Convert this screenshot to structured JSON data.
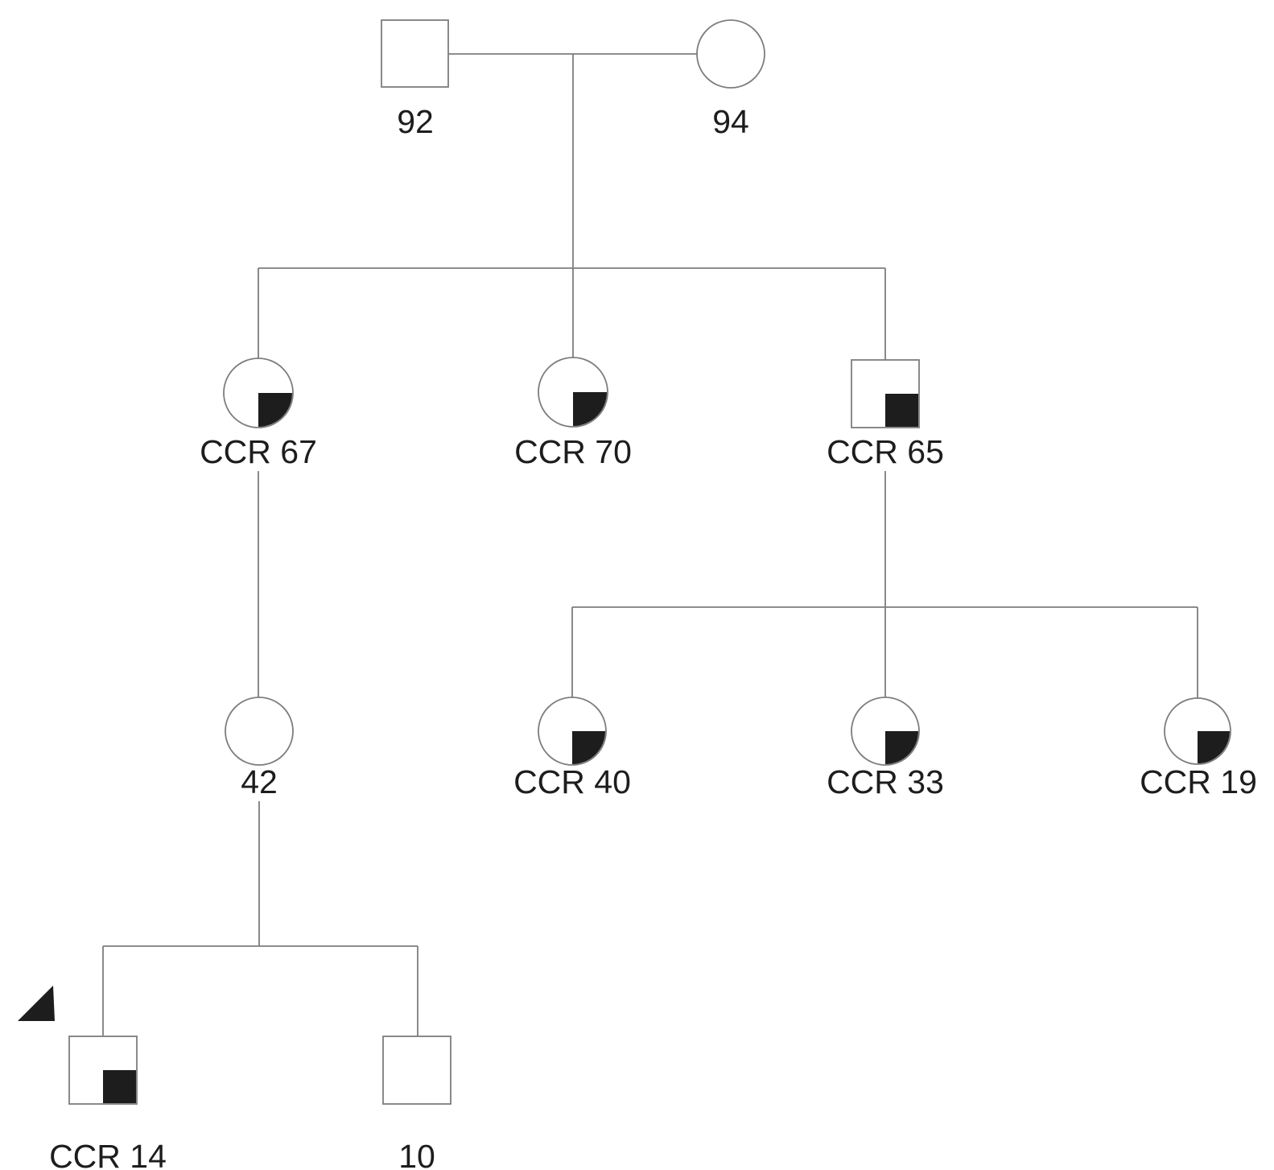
{
  "diagram": {
    "type": "pedigree-chart",
    "description": "Four-generation family pedigree; shaded lower-right quadrant marks affected status; arrow marks proband",
    "colors": {
      "background": "#ffffff",
      "line": "#7d7d7d",
      "shaded_quadrant": "#1d1d1d",
      "text": "#1d1d1d"
    }
  },
  "individuals": [
    {
      "id": "I-1",
      "label": "92",
      "symbol": "square",
      "sex": "male",
      "shaded_quadrant": false,
      "proband": false,
      "generation": 1
    },
    {
      "id": "I-2",
      "label": "94",
      "symbol": "circle",
      "sex": "female",
      "shaded_quadrant": false,
      "proband": false,
      "generation": 1
    },
    {
      "id": "II-1",
      "label": "CCR 67",
      "symbol": "circle",
      "sex": "female",
      "shaded_quadrant": true,
      "proband": false,
      "generation": 2
    },
    {
      "id": "II-2",
      "label": "CCR 70",
      "symbol": "circle",
      "sex": "female",
      "shaded_quadrant": true,
      "proband": false,
      "generation": 2
    },
    {
      "id": "II-3",
      "label": "CCR 65",
      "symbol": "square",
      "sex": "male",
      "shaded_quadrant": true,
      "proband": false,
      "generation": 2
    },
    {
      "id": "III-1",
      "label": "42",
      "symbol": "circle",
      "sex": "female",
      "shaded_quadrant": false,
      "proband": false,
      "generation": 3
    },
    {
      "id": "III-2",
      "label": "CCR 40",
      "symbol": "circle",
      "sex": "female",
      "shaded_quadrant": true,
      "proband": false,
      "generation": 3
    },
    {
      "id": "III-3",
      "label": "CCR 33",
      "symbol": "circle",
      "sex": "female",
      "shaded_quadrant": true,
      "proband": false,
      "generation": 3
    },
    {
      "id": "III-4",
      "label": "CCR 19",
      "symbol": "circle",
      "sex": "female",
      "shaded_quadrant": true,
      "proband": false,
      "generation": 3
    },
    {
      "id": "IV-1",
      "label": "CCR 14",
      "symbol": "square",
      "sex": "male",
      "shaded_quadrant": true,
      "proband": true,
      "generation": 4
    },
    {
      "id": "IV-2",
      "label": "10",
      "symbol": "square",
      "sex": "male",
      "shaded_quadrant": false,
      "proband": false,
      "generation": 4
    }
  ],
  "relationships": [
    {
      "couple": [
        "I-1",
        "I-2"
      ],
      "children": [
        "II-1",
        "II-2",
        "II-3"
      ]
    },
    {
      "parent": "II-1",
      "children": [
        "III-1"
      ]
    },
    {
      "parent": "II-3",
      "children": [
        "III-2",
        "III-3",
        "III-4"
      ]
    },
    {
      "parent": "III-1",
      "children": [
        "IV-1",
        "IV-2"
      ]
    }
  ]
}
